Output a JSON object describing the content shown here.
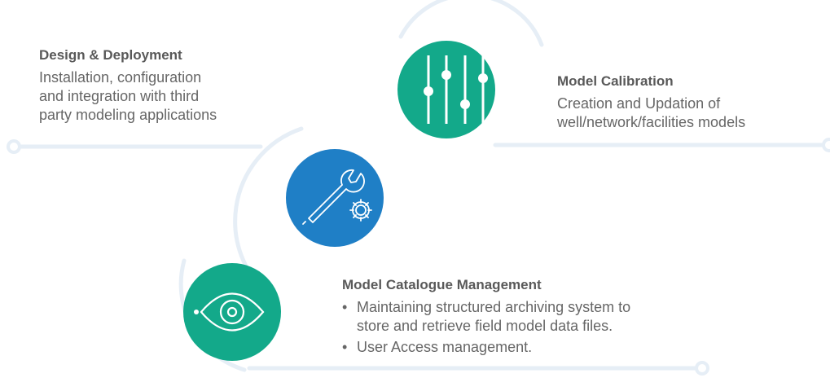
{
  "colors": {
    "track": "#e6eef6",
    "green": "#13a98a",
    "blue": "#1f7fc6",
    "text": "#666666",
    "title": "#595959"
  },
  "design": {
    "title": "Design & Deployment",
    "lines": [
      "Installation, configuration",
      "and integration with third",
      "party modeling applications"
    ],
    "icon": "sliders-icon"
  },
  "calibration": {
    "title": "Model Calibration",
    "lines": [
      "Creation and Updation of",
      "well/network/facilities models"
    ],
    "icon": "wrench-gear-icon"
  },
  "catalogue": {
    "title": "Model Catalogue Management",
    "bullet_glyph": "•",
    "bullets": [
      [
        "Maintaining structured archiving system to",
        "store and retrieve field model data files."
      ],
      [
        "User Access management."
      ]
    ],
    "icon": "eye-icon"
  }
}
